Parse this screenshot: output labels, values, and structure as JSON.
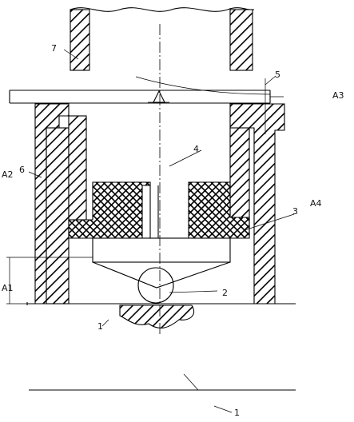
{
  "figure": {
    "labels": {
      "l1": "1",
      "l2": "2",
      "l3": "3",
      "l4": "4",
      "l5": "5",
      "l6": "6",
      "l7": "7",
      "a1": "A1",
      "a2": "A2",
      "a3": "A3",
      "a4": "A4"
    }
  }
}
